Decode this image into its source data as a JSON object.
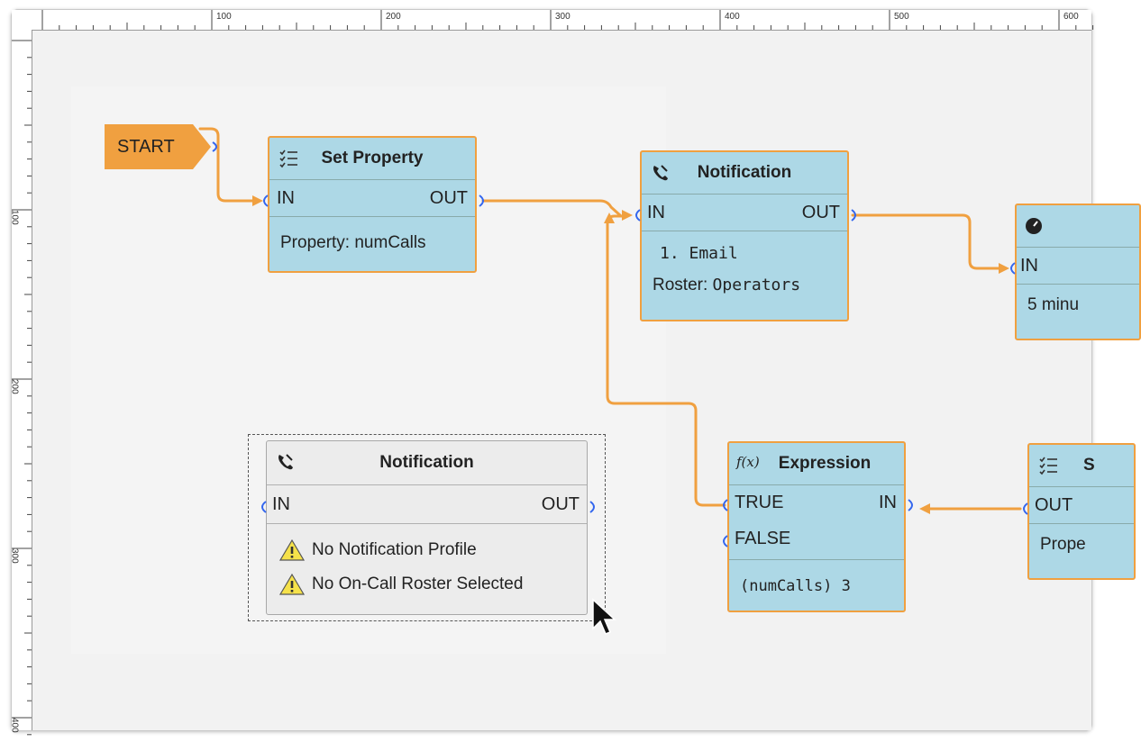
{
  "ruler": {
    "top_labels": [
      "100",
      "200",
      "300",
      "400",
      "500",
      "600"
    ],
    "left_labels": [
      "100",
      "200",
      "300",
      "400"
    ]
  },
  "start": {
    "label": "START"
  },
  "set_property_node": {
    "title": "Set Property",
    "in_label": "IN",
    "out_label": "OUT",
    "detail": "Property: numCalls",
    "icon": "list-icon"
  },
  "notification_node": {
    "title": "Notification",
    "in_label": "IN",
    "out_label": "OUT",
    "detail_1": "1. Email",
    "detail_2_prefix": "Roster: ",
    "detail_2_value": "Operators",
    "icon": "phone-icon"
  },
  "timer_node": {
    "in_label": "IN",
    "detail": "5 minu",
    "icon": "clock-icon"
  },
  "warning_notification_node": {
    "title": "Notification",
    "in_label": "IN",
    "out_label": "OUT",
    "warning_1": "No Notification Profile",
    "warning_2": "No On-Call Roster Selected",
    "icon": "phone-icon"
  },
  "expression_node": {
    "title": "Expression",
    "icon_text": "f(x)",
    "true_label": "TRUE",
    "false_label": "FALSE",
    "in_label": "IN",
    "detail": "(numCalls) 3"
  },
  "partial_set_node": {
    "title": "S",
    "out_label": "OUT",
    "detail": "Prope",
    "icon": "list-icon"
  },
  "colors": {
    "node_fill": "#add8e6",
    "node_border": "#f0a040",
    "wire": "#f0a040",
    "port": "#3366ee",
    "start_fill": "#f0a040",
    "warning_fill": "#f5e14a"
  }
}
